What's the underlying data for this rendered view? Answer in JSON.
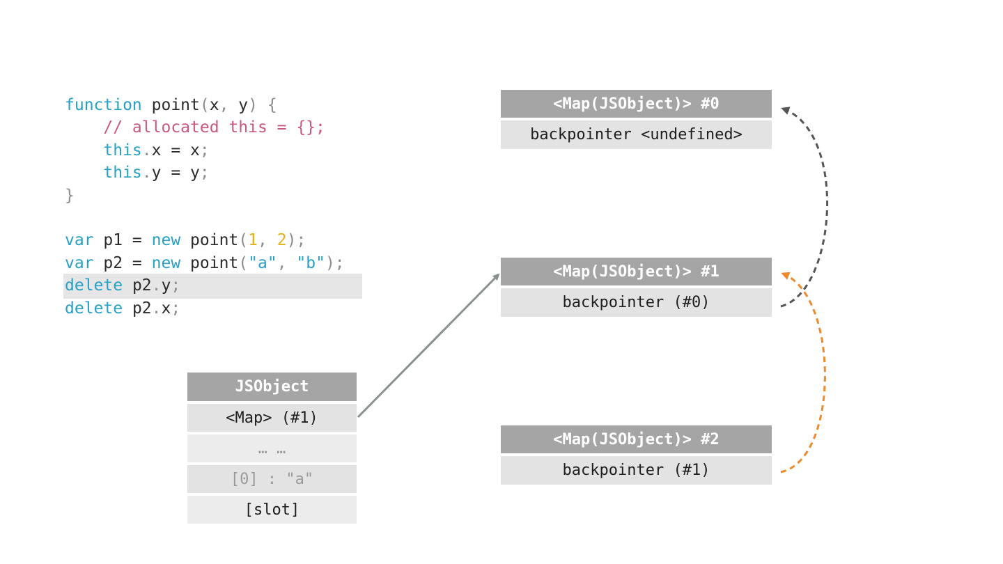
{
  "code": {
    "lines": [
      [
        {
          "t": "function",
          "c": "kw"
        },
        {
          "t": " point",
          "c": "tx"
        },
        {
          "t": "(",
          "c": "pn"
        },
        {
          "t": "x",
          "c": "tx"
        },
        {
          "t": ", ",
          "c": "pn"
        },
        {
          "t": "y",
          "c": "tx"
        },
        {
          "t": ") {",
          "c": "pn"
        }
      ],
      [
        {
          "t": "    // allocated this = {};",
          "c": "cm"
        }
      ],
      [
        {
          "t": "    ",
          "c": "tx"
        },
        {
          "t": "this",
          "c": "kw"
        },
        {
          "t": ".",
          "c": "pn"
        },
        {
          "t": "x = x",
          "c": "tx"
        },
        {
          "t": ";",
          "c": "pn"
        }
      ],
      [
        {
          "t": "    ",
          "c": "tx"
        },
        {
          "t": "this",
          "c": "kw"
        },
        {
          "t": ".",
          "c": "pn"
        },
        {
          "t": "y = y",
          "c": "tx"
        },
        {
          "t": ";",
          "c": "pn"
        }
      ],
      [
        {
          "t": "}",
          "c": "pn"
        }
      ],
      [
        {
          "t": "",
          "c": "tx"
        }
      ],
      [
        {
          "t": "var",
          "c": "kw"
        },
        {
          "t": " p1 = ",
          "c": "tx"
        },
        {
          "t": "new",
          "c": "kw"
        },
        {
          "t": " point",
          "c": "tx"
        },
        {
          "t": "(",
          "c": "pn"
        },
        {
          "t": "1",
          "c": "num"
        },
        {
          "t": ", ",
          "c": "pn"
        },
        {
          "t": "2",
          "c": "num"
        },
        {
          "t": ");",
          "c": "pn"
        }
      ],
      [
        {
          "t": "var",
          "c": "kw"
        },
        {
          "t": " p2 = ",
          "c": "tx"
        },
        {
          "t": "new",
          "c": "kw"
        },
        {
          "t": " point",
          "c": "tx"
        },
        {
          "t": "(",
          "c": "pn"
        },
        {
          "t": "\"a\"",
          "c": "str"
        },
        {
          "t": ", ",
          "c": "pn"
        },
        {
          "t": "\"b\"",
          "c": "str"
        },
        {
          "t": ");",
          "c": "pn"
        }
      ],
      [
        {
          "t": "delete",
          "c": "kw"
        },
        {
          "t": " p2",
          "c": "tx"
        },
        {
          "t": ".",
          "c": "pn"
        },
        {
          "t": "y",
          "c": "tx"
        },
        {
          "t": ";",
          "c": "pn"
        }
      ],
      [
        {
          "t": "delete",
          "c": "kw"
        },
        {
          "t": " p2",
          "c": "tx"
        },
        {
          "t": ".",
          "c": "pn"
        },
        {
          "t": "x",
          "c": "tx"
        },
        {
          "t": ";",
          "c": "pn"
        }
      ]
    ],
    "highlighted_line": 8
  },
  "jsobject": {
    "title": "JSObject",
    "rows": [
      "<Map> (#1)",
      "… …",
      "[0] : \"a\"",
      "[slot]"
    ]
  },
  "maps": [
    {
      "title": "<Map(JSObject)> #0",
      "row": "backpointer <undefined>"
    },
    {
      "title": "<Map(JSObject)> #1",
      "row": "backpointer (#0)"
    },
    {
      "title": "<Map(JSObject)> #2",
      "row": "backpointer (#1)"
    }
  ],
  "colors": {
    "header_bg": "#a5a5a5",
    "row_bg": "#e3e3e3",
    "pointer_arrow": "#8a9090",
    "backpointer_dark": "#555555",
    "backpointer_orange": "#ee8a2e"
  }
}
